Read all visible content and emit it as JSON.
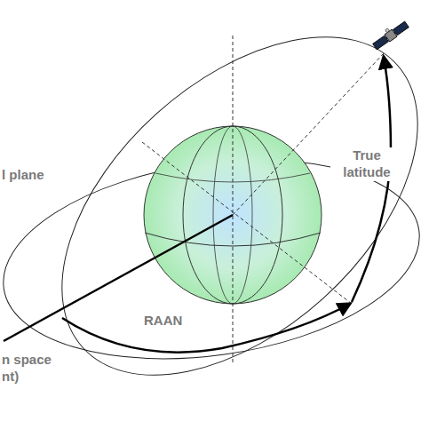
{
  "diagram": {
    "labels": [
      "l plane",
      "True latitude",
      "RAAN",
      "n space nt)"
    ]
  }
}
